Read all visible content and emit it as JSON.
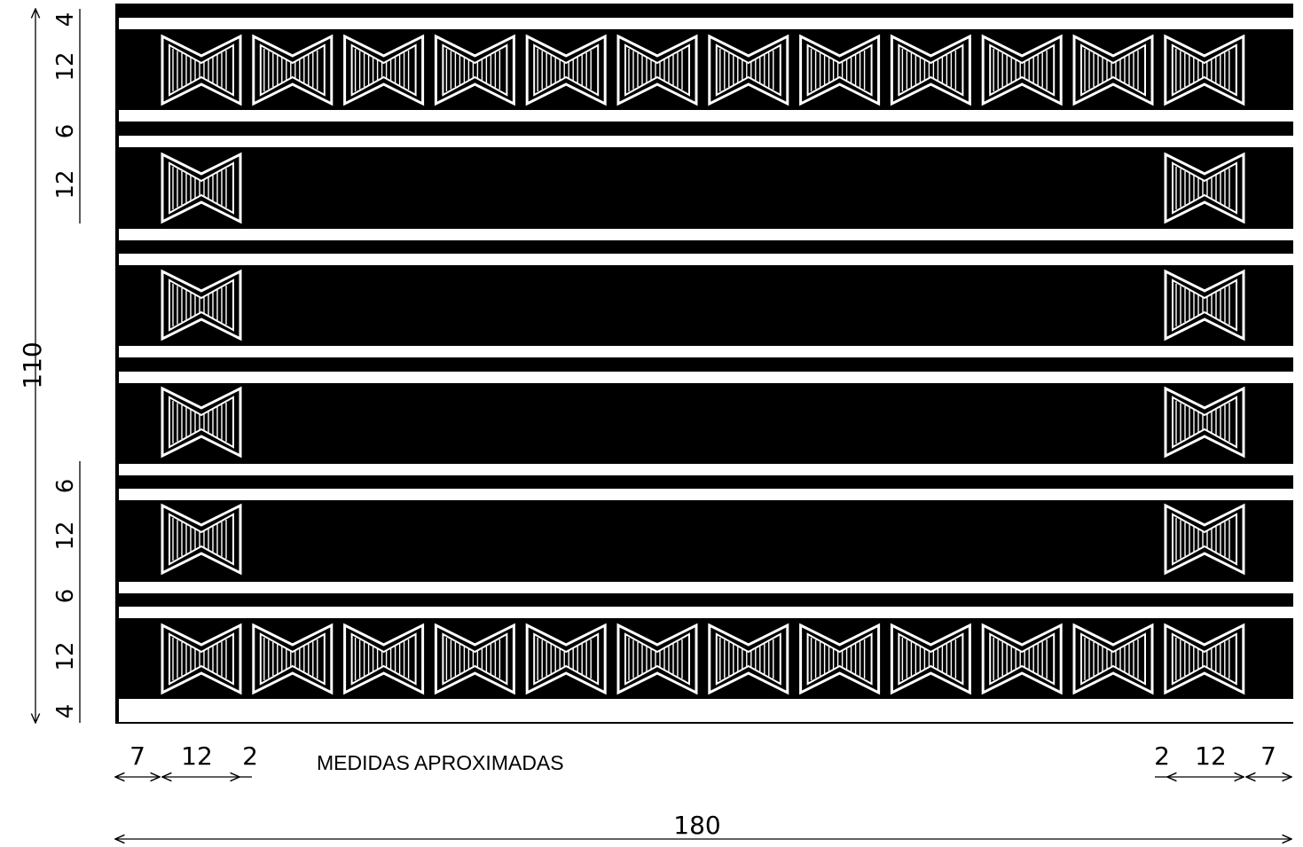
{
  "rug": {
    "background_color": "#000000",
    "stripe_color": "#ffffff",
    "motif_color": "#ffffff"
  },
  "dimensions": {
    "total_width": "180",
    "total_height": "110",
    "left": [
      "7",
      "12",
      "2"
    ],
    "right": [
      "2",
      "12",
      "7"
    ],
    "vertical_top": [
      "4",
      "12",
      "6",
      "12"
    ],
    "vertical_bottom": [
      "6",
      "12",
      "6",
      "12",
      "4"
    ]
  },
  "note": "MEDIDAS APROXIMADAS"
}
